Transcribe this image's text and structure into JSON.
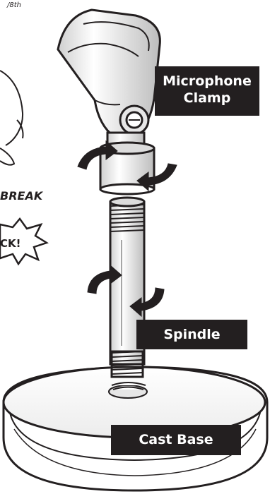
{
  "labels": {
    "clamp_line1": "Microphone",
    "clamp_line2": "Clamp",
    "spindle": "Spindle",
    "base": "Cast Base"
  },
  "side_panel": {
    "fraction_text": "/8th",
    "break_text": "BREAK",
    "burst_text": "CK!"
  },
  "colors": {
    "ink": "#231f20",
    "label_bg": "#231f20",
    "label_text": "#ffffff",
    "background": "#ffffff"
  },
  "icons": {
    "rotation_arrows": "curved-rotation-arrow-icon",
    "burst": "starburst-icon"
  }
}
